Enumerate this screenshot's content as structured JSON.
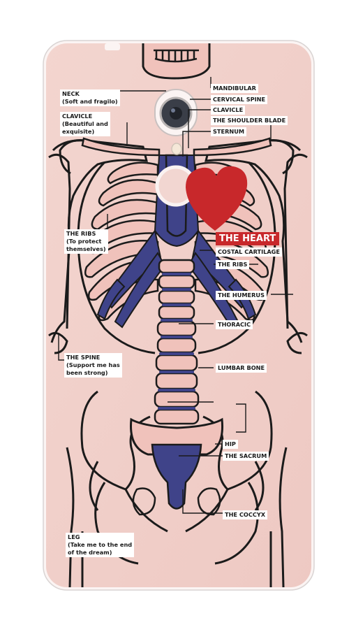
{
  "case": {
    "colors": {
      "case": "#f0cfc9",
      "rim": "#fbf4f3",
      "bone": "#f0c2bb",
      "outline": "#1b1b1b",
      "cartilage": "#3f4389",
      "heart": "#c8282b",
      "label_bg": "#ffffff"
    }
  },
  "labels_left": {
    "neck": {
      "title": "NECK",
      "desc": "(Soft and fragilo)"
    },
    "clavicle": {
      "title": "CLAVICLE",
      "desc1": "(Beautiful and",
      "desc2": "exquisite)"
    },
    "ribs": {
      "title": "THE RIBS",
      "desc1": "(To protect",
      "desc2": "themselves)"
    },
    "spine": {
      "title": "THE SPINE",
      "desc1": "(Support me has",
      "desc2": "been strong)"
    },
    "leg": {
      "title": "LEG",
      "desc1": "(Take me to the end",
      "desc2": "of the dream)"
    }
  },
  "labels_right": {
    "mandibular": "MANDIBULAR",
    "cervical_spine": "CERVICAL SPINE",
    "clavicle": "CLAVICLE",
    "shoulder_blade": "THE SHOULDER BLADE",
    "sternum": "STERNUM",
    "heart": "THE HEART",
    "costal_cartilage": "COSTAL CARTILAGE",
    "ribs": "THE RIBS",
    "humerus": "THE HUMERUS",
    "thoracic": "THORACIC",
    "lumbar_bone": "LUMBAR BONE",
    "hip": "HIP",
    "sacrum": "THE SACRUM",
    "coccyx": "THE COCCYX"
  }
}
